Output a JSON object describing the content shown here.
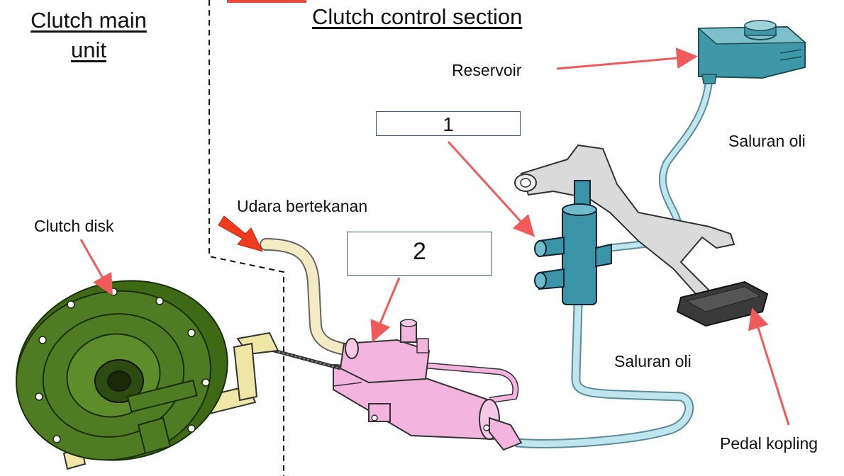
{
  "headings": {
    "main_unit_line1": "Clutch main",
    "main_unit_line2": "unit",
    "control_section": "Clutch control section"
  },
  "labels": {
    "reservoir": "Reservoir",
    "oil_line_upper": "Saluran oli",
    "oil_line_lower": "Saluran oli",
    "compressed_air": "Udara bertekanan",
    "clutch_disk": "Clutch disk",
    "clutch_pedal": "Pedal kopling"
  },
  "answer_boxes": {
    "box1": "1",
    "box2": "2"
  },
  "colors": {
    "arrow": "#f05a5a",
    "air_arrow": "#f03c1e",
    "reservoir": "#3e98a8",
    "master_cylinder": "#3a93a7",
    "oil_line": "#a9d8e6",
    "booster": "#f3b4dd",
    "clutch_disk": "#4f7c22",
    "pedal_arm": "#dadada",
    "pedal_pad": "#3a3a3a",
    "air_line": "#f3ebc4",
    "lever": "#efe7a6"
  }
}
